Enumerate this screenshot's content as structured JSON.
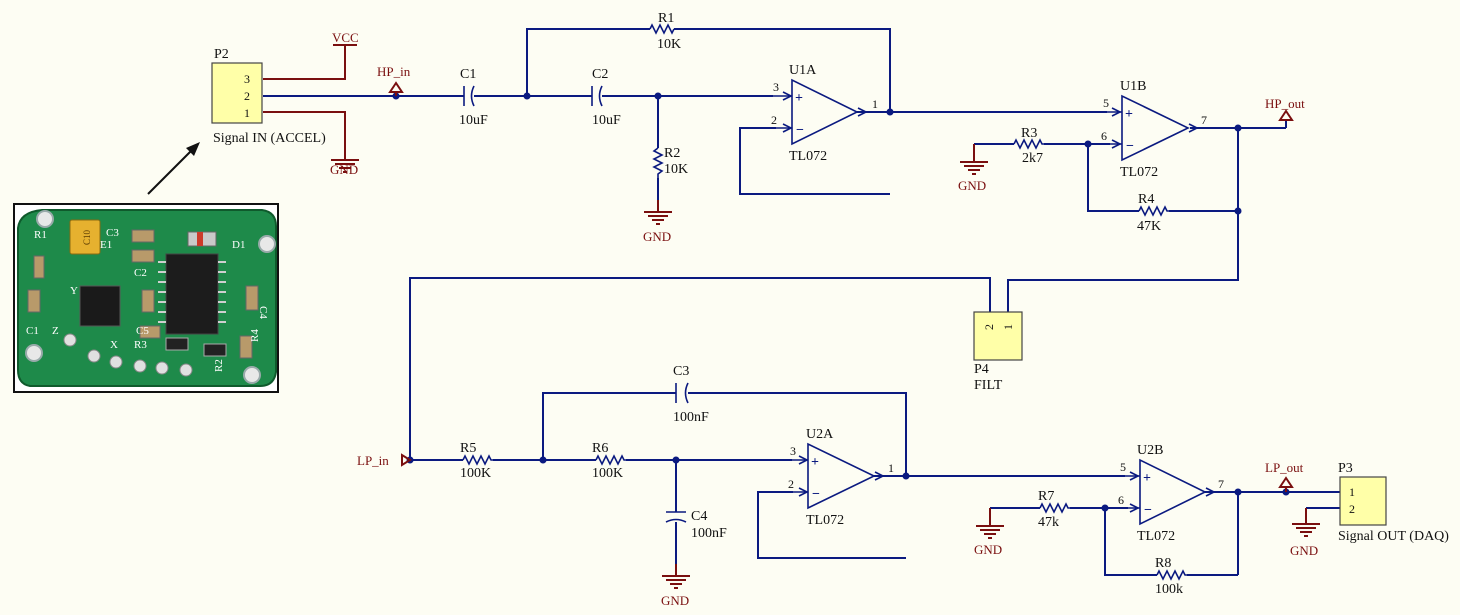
{
  "power": {
    "vcc": "VCC",
    "gnd": "GND"
  },
  "ports": {
    "hp_in": "HP_in",
    "hp_out": "HP_out",
    "lp_in": "LP_in",
    "lp_out": "LP_out"
  },
  "connectors": {
    "p2": {
      "ref": "P2",
      "desc": "Signal IN (ACCEL)",
      "pins": [
        "3",
        "2",
        "1"
      ]
    },
    "p4": {
      "ref": "P4",
      "desc": "FILT",
      "pins": [
        "2",
        "1"
      ]
    },
    "p3": {
      "ref": "P3",
      "desc": "Signal OUT (DAQ)",
      "pins": [
        "1",
        "2"
      ]
    }
  },
  "resistors": {
    "r1": {
      "ref": "R1",
      "value": "10K"
    },
    "r2": {
      "ref": "R2",
      "value": "10K"
    },
    "r3": {
      "ref": "R3",
      "value": "2k7"
    },
    "r4": {
      "ref": "R4",
      "value": "47K"
    },
    "r5": {
      "ref": "R5",
      "value": "100K"
    },
    "r6": {
      "ref": "R6",
      "value": "100K"
    },
    "r7": {
      "ref": "R7",
      "value": "47k"
    },
    "r8": {
      "ref": "R8",
      "value": "100k"
    }
  },
  "capacitors": {
    "c1": {
      "ref": "C1",
      "value": "10uF"
    },
    "c2": {
      "ref": "C2",
      "value": "10uF"
    },
    "c3": {
      "ref": "C3",
      "value": "100nF"
    },
    "c4": {
      "ref": "C4",
      "value": "100nF"
    }
  },
  "opamps": {
    "u1a": {
      "ref": "U1A",
      "part": "TL072",
      "pins": [
        "3",
        "2",
        "1"
      ]
    },
    "u1b": {
      "ref": "U1B",
      "part": "TL072",
      "pins": [
        "5",
        "6",
        "7"
      ]
    },
    "u2a": {
      "ref": "U2A",
      "part": "TL072",
      "pins": [
        "3",
        "2",
        "1"
      ]
    },
    "u2b": {
      "ref": "U2B",
      "part": "TL072",
      "pins": [
        "5",
        "6",
        "7"
      ]
    }
  },
  "board_photo": {
    "silkscreen": [
      "C3",
      "E1",
      "D1",
      "R1",
      "C2",
      "C4",
      "C1",
      "C5",
      "R3",
      "R2",
      "R4",
      "Z",
      "Y",
      "X"
    ],
    "chip_text": "C10"
  },
  "colors": {
    "wire": "#0b1a80",
    "power": "#7a0f0f",
    "header_fill": "#ffffa8",
    "background": "#fdfdf3",
    "pcb": "#1e8a4a"
  }
}
